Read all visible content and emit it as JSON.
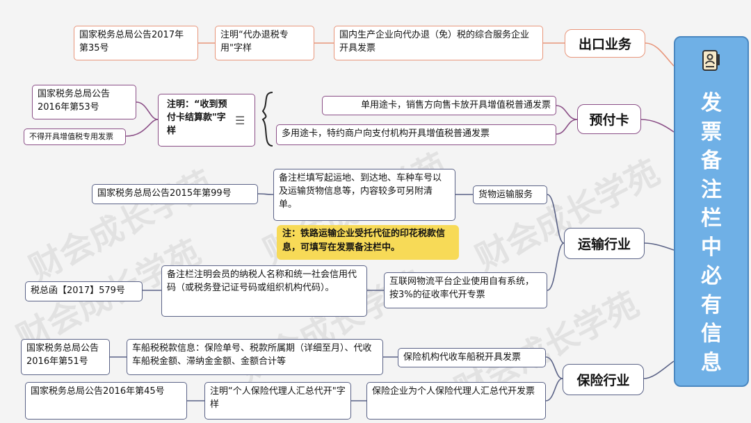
{
  "root": {
    "title": "发\n票\n备\n注\n栏\n中\n必\n有\n信\n息",
    "icon": "document-person-icon"
  },
  "categories": {
    "export": "出口业务",
    "prepaid": "预付卡",
    "transport": "运输行业",
    "insurance": "保险行业"
  },
  "export": {
    "source": "国家税务总局公告2017年第35号",
    "remark": "注明“代办退税专用\"字样",
    "scenario": "国内生产企业向代办退（免）税的综合服务企业开具发票"
  },
  "prepaid": {
    "source": "国家税务总局公告2016年第53号",
    "no_special": "不得开具增值税专用发票",
    "remark": "注明：“收到预付卡结算款\"字样",
    "single_card": "单用途卡，销售方向售卡放开具增值税普通发票",
    "multi_card": "多用途卡，特约商户向支付机构开具增值税普通发票"
  },
  "transport": {
    "cargo_service": "货物运输服务",
    "cargo_source": "国家税务总局公告2015年第99号",
    "cargo_remark": "备注栏填写起运地、到达地、车种车号以及运输货物信息等，内容较多可另附清单。",
    "note": "注：铁路运输企业受托代征的印花税款信息，可填写在发票备注栏中。",
    "platform_source": "税总函【2017】579号",
    "platform_remark": "备注栏注明会员的纳税人名称和统一社会信用代码（或税务登记证号码或组织机构代码）。",
    "platform": "互联网物流平台企业使用自有系统，按3%的征收率代开专票"
  },
  "insurance": {
    "vehicle_source": "国家税务总局公告2016年第51号",
    "vehicle_remark": "车船税税款信息：保险单号、税款所属期（详细至月）、代收车船税金额、滞纳金金额、金额合计等",
    "vehicle_scenario": "保险机构代收车船税开具发票",
    "agent_source": "国家税务总局公告2016年第45号",
    "agent_remark": "注明“个人保险代理人汇总代开\"字样",
    "agent_scenario": "保险企业为个人保险代理人汇总代开发票"
  },
  "watermark": "财会成长学苑",
  "colors": {
    "root": "#6fb0e6",
    "export": "#e8957a",
    "prepaid": "#8a4e86",
    "transport": "#5a6286",
    "note": "#f7da57"
  }
}
